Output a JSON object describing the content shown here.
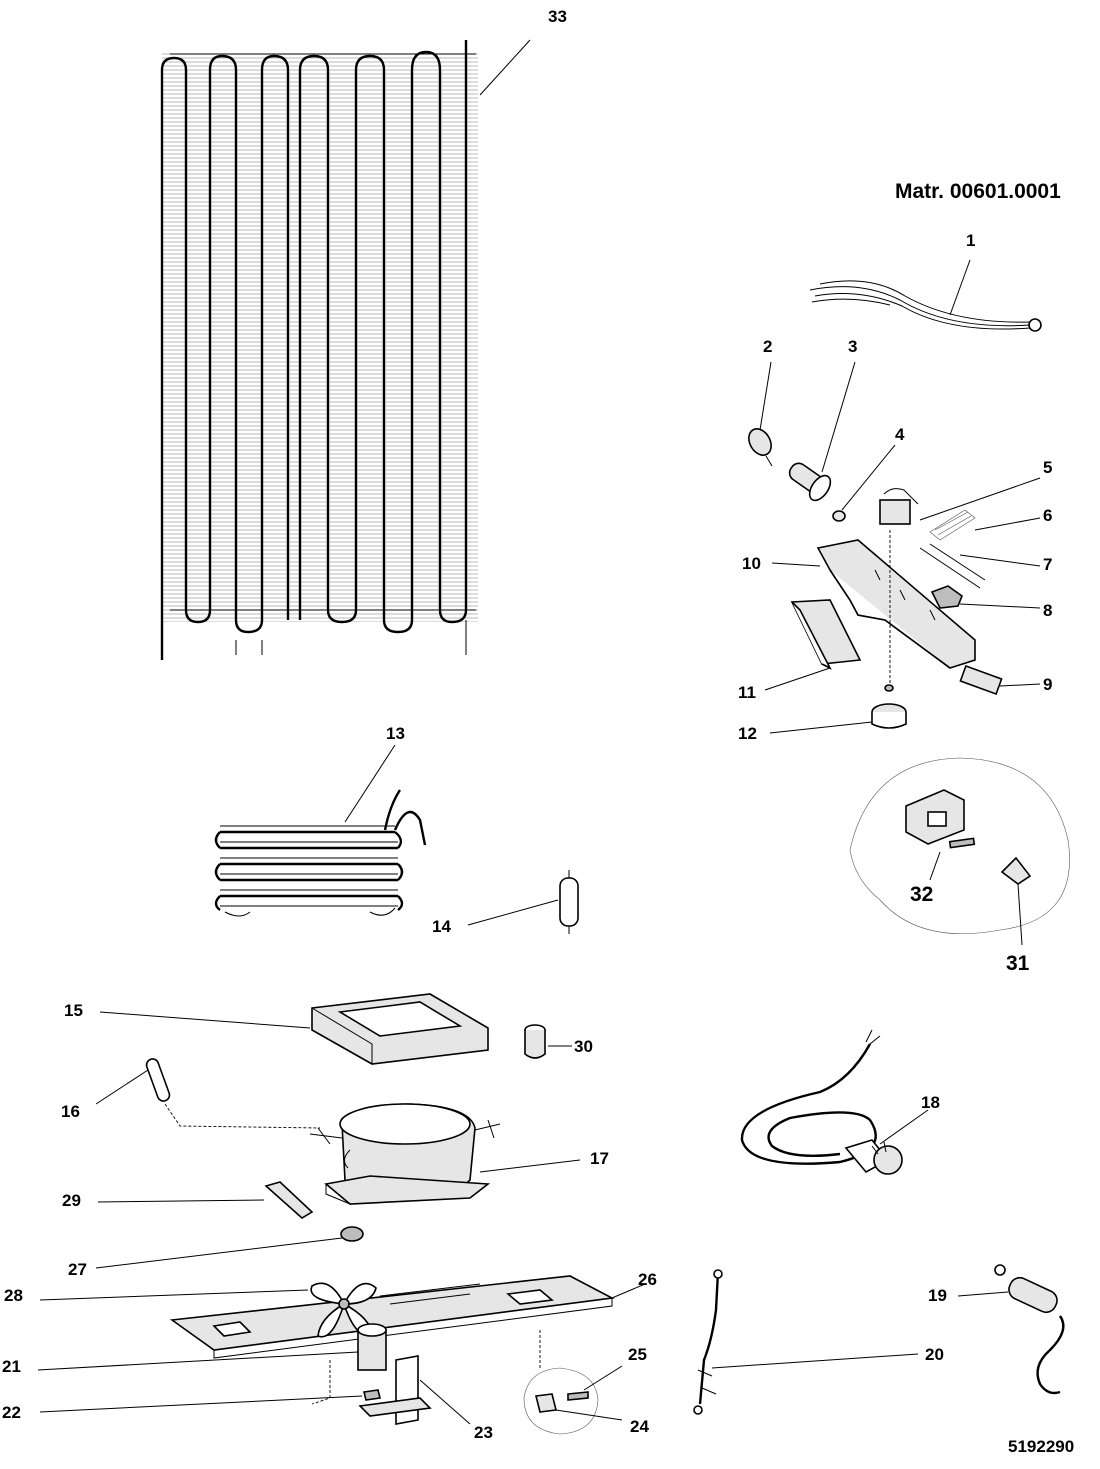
{
  "header": {
    "material_code": "Matr. 00601.0001"
  },
  "footer": {
    "document_number": "5192290"
  },
  "callouts": {
    "c1": "1",
    "c2": "2",
    "c3": "3",
    "c4": "4",
    "c5": "5",
    "c6": "6",
    "c7": "7",
    "c8": "8",
    "c9": "9",
    "c10": "10",
    "c11": "11",
    "c12": "12",
    "c13": "13",
    "c14": "14",
    "c15": "15",
    "c16": "16",
    "c17": "17",
    "c18": "18",
    "c19": "19",
    "c20": "20",
    "c21": "21",
    "c22": "22",
    "c23": "23",
    "c24": "24",
    "c25": "25",
    "c26": "26",
    "c27": "27",
    "c28": "28",
    "c29": "29",
    "c30": "30",
    "c31": "31",
    "c32": "32",
    "c33": "33"
  }
}
